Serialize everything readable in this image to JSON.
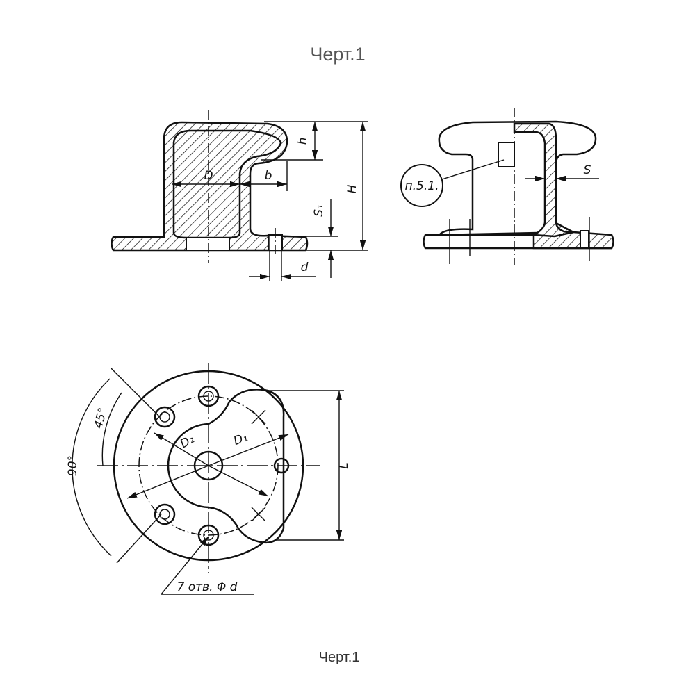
{
  "title": "Черт.1",
  "caption": "Черт.1",
  "side_view": {
    "labels": {
      "h": "h",
      "H": "H",
      "D": "D",
      "b": "b",
      "S1": "S₁",
      "d": "d"
    }
  },
  "front_view": {
    "labels": {
      "S": "S",
      "note": "п.5.1."
    }
  },
  "plan_view": {
    "labels": {
      "D2": "D₂",
      "D1": "D₁",
      "L": "L",
      "angle45": "45°",
      "angle90": "90°",
      "holes": "7 отв. Φ d"
    }
  }
}
